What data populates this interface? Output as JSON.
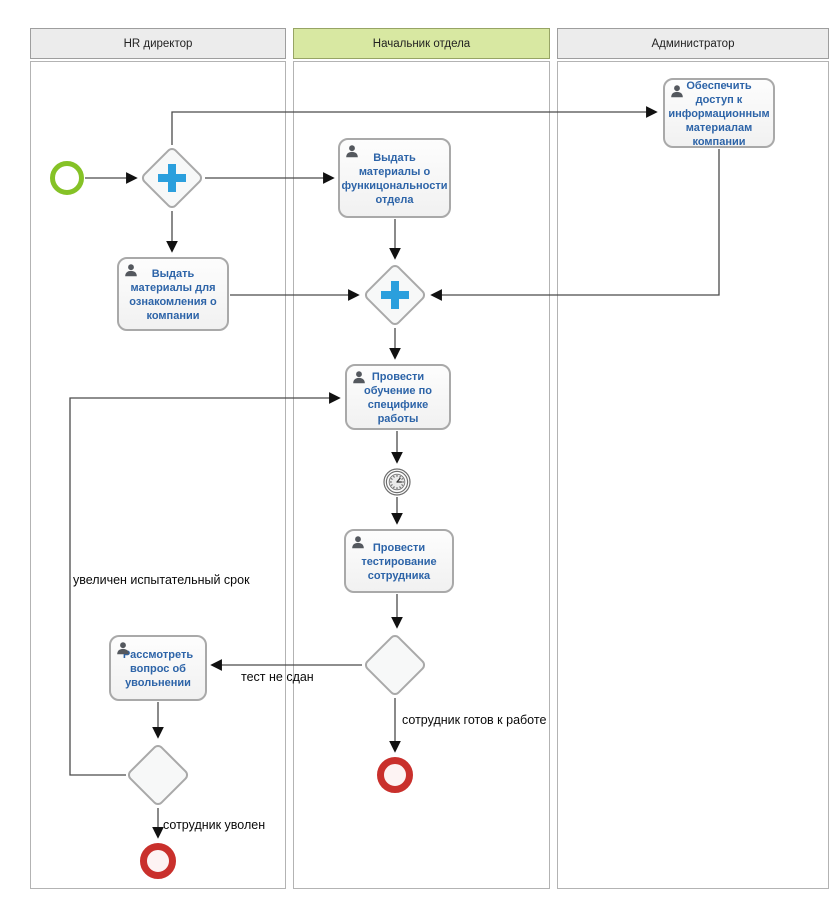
{
  "lanes": [
    {
      "title": "HR директор"
    },
    {
      "title": "Начальник отдела"
    },
    {
      "title": "Администратор"
    }
  ],
  "tasks": {
    "provide_access": {
      "label": "Обеспечить доступ к информационным материалам компании",
      "lane": "Администратор"
    },
    "issue_dept_materials": {
      "label": "Выдать материалы о функицональности отдела",
      "lane": "Начальник отдела"
    },
    "issue_company_materials": {
      "label": "Выдать материалы для ознакомления о компании",
      "lane": "HR директор"
    },
    "conduct_training": {
      "label": "Провести обучение по специфике работы",
      "lane": "Начальник отдела"
    },
    "conduct_testing": {
      "label": "Провести тестирование сотрудника",
      "lane": "Начальник отдела"
    },
    "consider_dismissal": {
      "label": "Рассмотреть вопрос об увольнении",
      "lane": "HR директор"
    }
  },
  "events": {
    "start": {
      "type": "start-event",
      "color": "#85c226"
    },
    "timer": {
      "type": "intermediate-timer-event"
    },
    "end_employee_ready": {
      "type": "end-event",
      "color": "#c9302c"
    },
    "end_employee_dismissed": {
      "type": "end-event",
      "color": "#c9302c"
    }
  },
  "gateways": {
    "parallel_split": {
      "type": "parallel"
    },
    "parallel_join": {
      "type": "parallel"
    },
    "test_result": {
      "type": "exclusive"
    },
    "dismissal_decision": {
      "type": "exclusive"
    }
  },
  "edge_labels": {
    "probation_extended": "увеличен испытательный срок",
    "test_failed": "тест не сдан",
    "employee_ready": "сотрудник готов к работе",
    "employee_dismissed": "сотрудник уволен"
  },
  "colors": {
    "lane_header_default": "#ececec",
    "lane_header_active": "#d8e8a2",
    "task_text": "#2d64a8",
    "parallel_plus": "#2b9fdd",
    "start_event": "#85c226",
    "end_event": "#c9302c"
  }
}
